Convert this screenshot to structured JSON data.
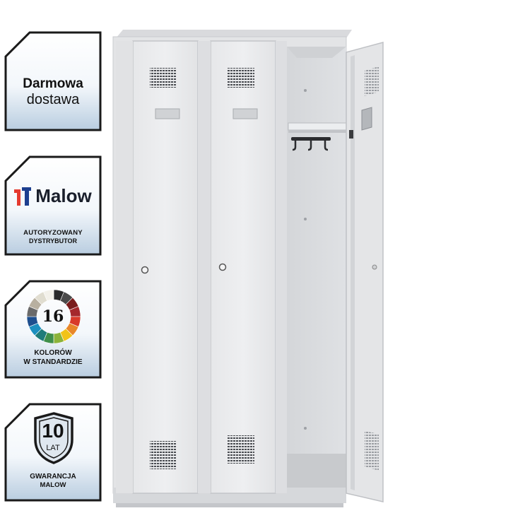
{
  "badges": {
    "delivery": {
      "line1": "Darmowa",
      "line2": "dostawa"
    },
    "malow": {
      "brand": "Malow",
      "line1": "AUTORYZOWANY",
      "line2": "DYSTRYBUTOR"
    },
    "colors": {
      "count": "16",
      "line1": "KOLORÓW",
      "line2": "W STANDARDZIE",
      "palette": [
        "#2a2a2a",
        "#4a4a4a",
        "#7a1c1c",
        "#a5282c",
        "#d83a2a",
        "#e8872a",
        "#f2c318",
        "#8bb33a",
        "#3f8f4a",
        "#1f7c7a",
        "#1c8fbf",
        "#1d4f8f",
        "#6a6a6a",
        "#b8b0a0",
        "#e0ddd0",
        "#f3f1ea"
      ]
    },
    "warranty": {
      "years": "10",
      "unit": "LAT",
      "line1": "GWARANCJA",
      "line2": "MALOW"
    }
  },
  "colors": {
    "badge_border": "#1a1a1a",
    "badge_fill_top": "#ffffff",
    "badge_fill_bottom": "#b9cde0",
    "malow_logo_red": "#e53a2f",
    "malow_logo_blue": "#1d3f8f",
    "locker_body": "#e3e4e6",
    "locker_door": "#eaebed",
    "locker_shadow": "#c9cbcf"
  }
}
